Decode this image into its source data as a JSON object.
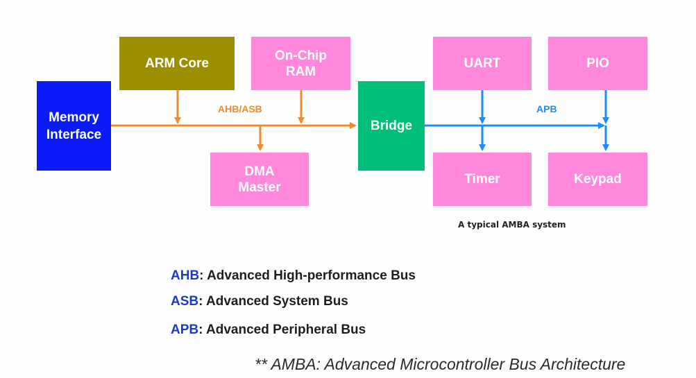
{
  "diagram": {
    "title": "A typical AMBA system",
    "blocks": {
      "memory_interface": "Memory\nInterface",
      "arm_core": "ARM Core",
      "on_chip_ram": "On-Chip\nRAM",
      "dma_master": "DMA\nMaster",
      "bridge": "Bridge",
      "uart": "UART",
      "pio": "PIO",
      "timer": "Timer",
      "keypad": "Keypad"
    },
    "buses": {
      "system_bus_label": "AHB/ASB",
      "peripheral_bus_label": "APB"
    },
    "connections": [
      {
        "from": "Memory Interface",
        "to": "Bridge",
        "bus": "AHB/ASB"
      },
      {
        "from": "ARM Core",
        "to": "AHB/ASB"
      },
      {
        "from": "On-Chip RAM",
        "to": "AHB/ASB"
      },
      {
        "from": "AHB/ASB",
        "to": "DMA Master"
      },
      {
        "from": "Bridge",
        "to": "APB"
      },
      {
        "from": "UART",
        "to": "APB"
      },
      {
        "from": "APB",
        "to": "Timer"
      },
      {
        "from": "PIO",
        "to": "APB"
      },
      {
        "from": "APB",
        "to": "Keypad"
      }
    ],
    "colors": {
      "memory_interface": "#0a1bf7",
      "arm_core": "#9b8f00",
      "peripheral_pink": "#ff88dd",
      "bridge": "#00bf78",
      "ahb_bus": "#f08a2a",
      "apb_bus": "#1a8cff",
      "legend_abbr": "#1a3ac8"
    }
  },
  "legend": [
    {
      "abbr": "AHB",
      "text": ": Advanced High-performance Bus"
    },
    {
      "abbr": "ASB",
      "text": ": Advanced System Bus"
    },
    {
      "abbr": "APB",
      "text": ": Advanced Peripheral Bus"
    }
  ],
  "footnote": "** AMBA: Advanced Microcontroller Bus Architecture"
}
